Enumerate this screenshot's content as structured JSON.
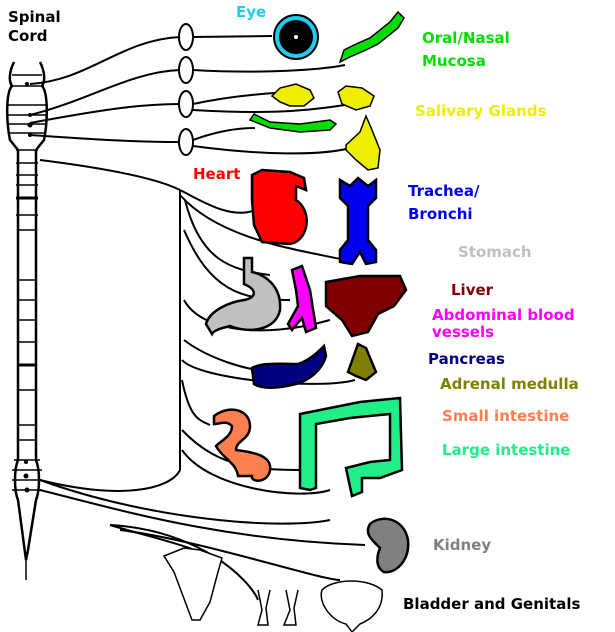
{
  "title": "Autonomic innervation of organs",
  "labels": {
    "spinal_cord": [
      "Spinal",
      "Cord"
    ],
    "eye": "Eye",
    "oral_nasal_mucosa": [
      "Oral/Nasal",
      "Mucosa"
    ],
    "salivary_glands": "Salivary Glands",
    "heart": "Heart",
    "trachea_bronchi": [
      "Trachea/",
      "Bronchi"
    ],
    "stomach": "Stomach",
    "liver": "Liver",
    "abdominal_blood_vessels": [
      "Abdominal blood",
      "vessels"
    ],
    "pancreas": "Pancreas",
    "adrenal_medulla": "Adrenal medulla",
    "small_intestine": "Small intestine",
    "large_intestine": "Large intestine",
    "kidney": "Kidney",
    "bladder_genitals": "Bladder and Genitals"
  },
  "colors": {
    "eye": "#22ccee",
    "oral_nasal_mucosa": "#00dd00",
    "salivary_glands": "#eeee00",
    "heart": "#ff0000",
    "trachea_bronchi": "#0000ee",
    "stomach": "#c0c0c0",
    "liver": "#800000",
    "abdominal_blood_vessels": "#ff00ff",
    "pancreas": "#000080",
    "adrenal_medulla": "#808000",
    "small_intestine": "#ff7f50",
    "large_intestine": "#22ee88",
    "kidney": "#808080",
    "bladder_genitals": "#000000",
    "spinal_cord": "#000000"
  }
}
